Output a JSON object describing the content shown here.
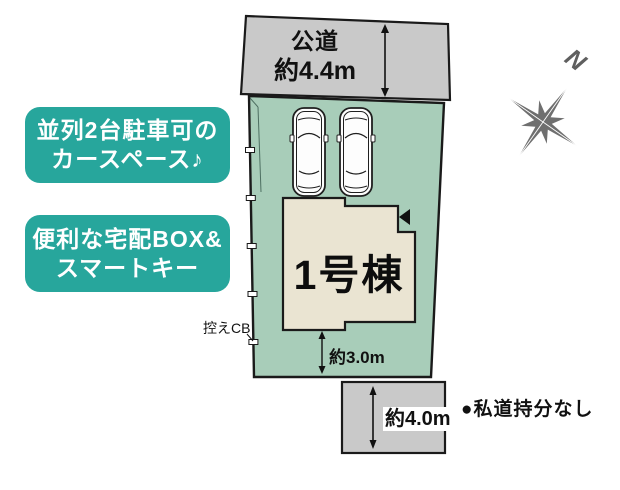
{
  "callouts": {
    "parking": [
      "並列2台駐車可の",
      "カースペース♪"
    ],
    "delivery": [
      "便利な宅配BOX&",
      "スマートキー"
    ]
  },
  "top_road": {
    "name": "公道",
    "width": "約4.4m"
  },
  "bottom_road": {
    "width": "約4.0m"
  },
  "lot": {
    "building": "1号棟",
    "setback": "約3.0m",
    "cb_note": "控えCB"
  },
  "notes": {
    "private_road": "●私道持分なし"
  },
  "compass": {
    "north": "N"
  },
  "colors": {
    "callout_teal": "#27a69c",
    "lot_green": "#a8cdb9",
    "building_cream": "#eae4d2",
    "road_gray": "#c9c9c9",
    "outline_black": "#1a1a1a",
    "compass_gray": "#6f6f6f"
  }
}
